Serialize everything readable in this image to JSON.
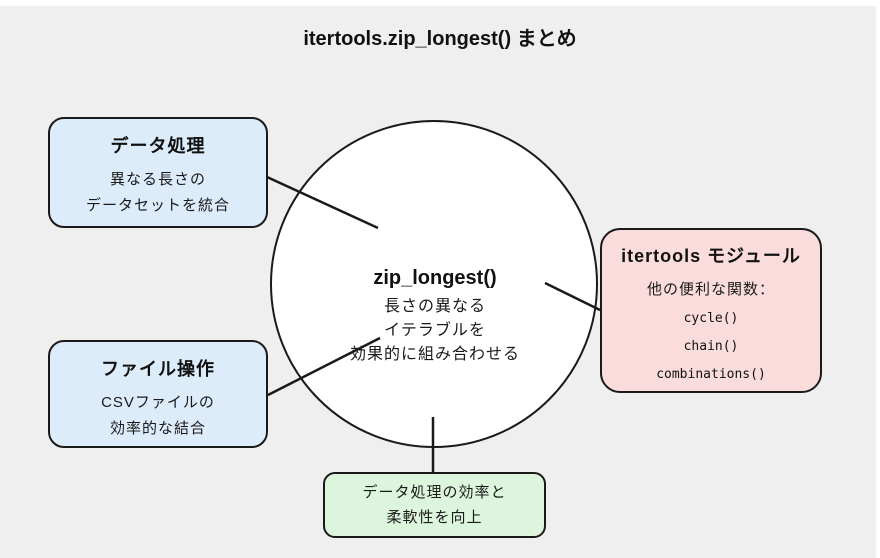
{
  "title": "itertools.zip_longest() まとめ",
  "center_node": {
    "title": "zip_longest()",
    "lines": [
      "長さの異なる",
      "イテラブルを",
      "効果的に組み合わせる"
    ]
  },
  "nodes": {
    "data_processing": {
      "title": "データ処理",
      "lines": [
        "異なる長さの",
        "データセットを統合"
      ]
    },
    "file_operations": {
      "title": "ファイル操作",
      "lines": [
        "CSVファイルの",
        "効率的な結合"
      ]
    },
    "itertools_module": {
      "title": "itertools モジュール",
      "subtitle": "他の便利な関数：",
      "functions": [
        "cycle()",
        "chain()",
        "combinations()"
      ]
    },
    "benefit": {
      "lines": [
        "データ処理の効率と",
        "柔軟性を向上"
      ]
    }
  },
  "colors": {
    "background": "#efefef",
    "blue_node_bg": "#ddecfb",
    "pink_node_bg": "#fbdcdc",
    "green_node_bg": "#ddf5dd",
    "stroke": "#1a1a1a",
    "circle_fill": "#ffffff"
  }
}
